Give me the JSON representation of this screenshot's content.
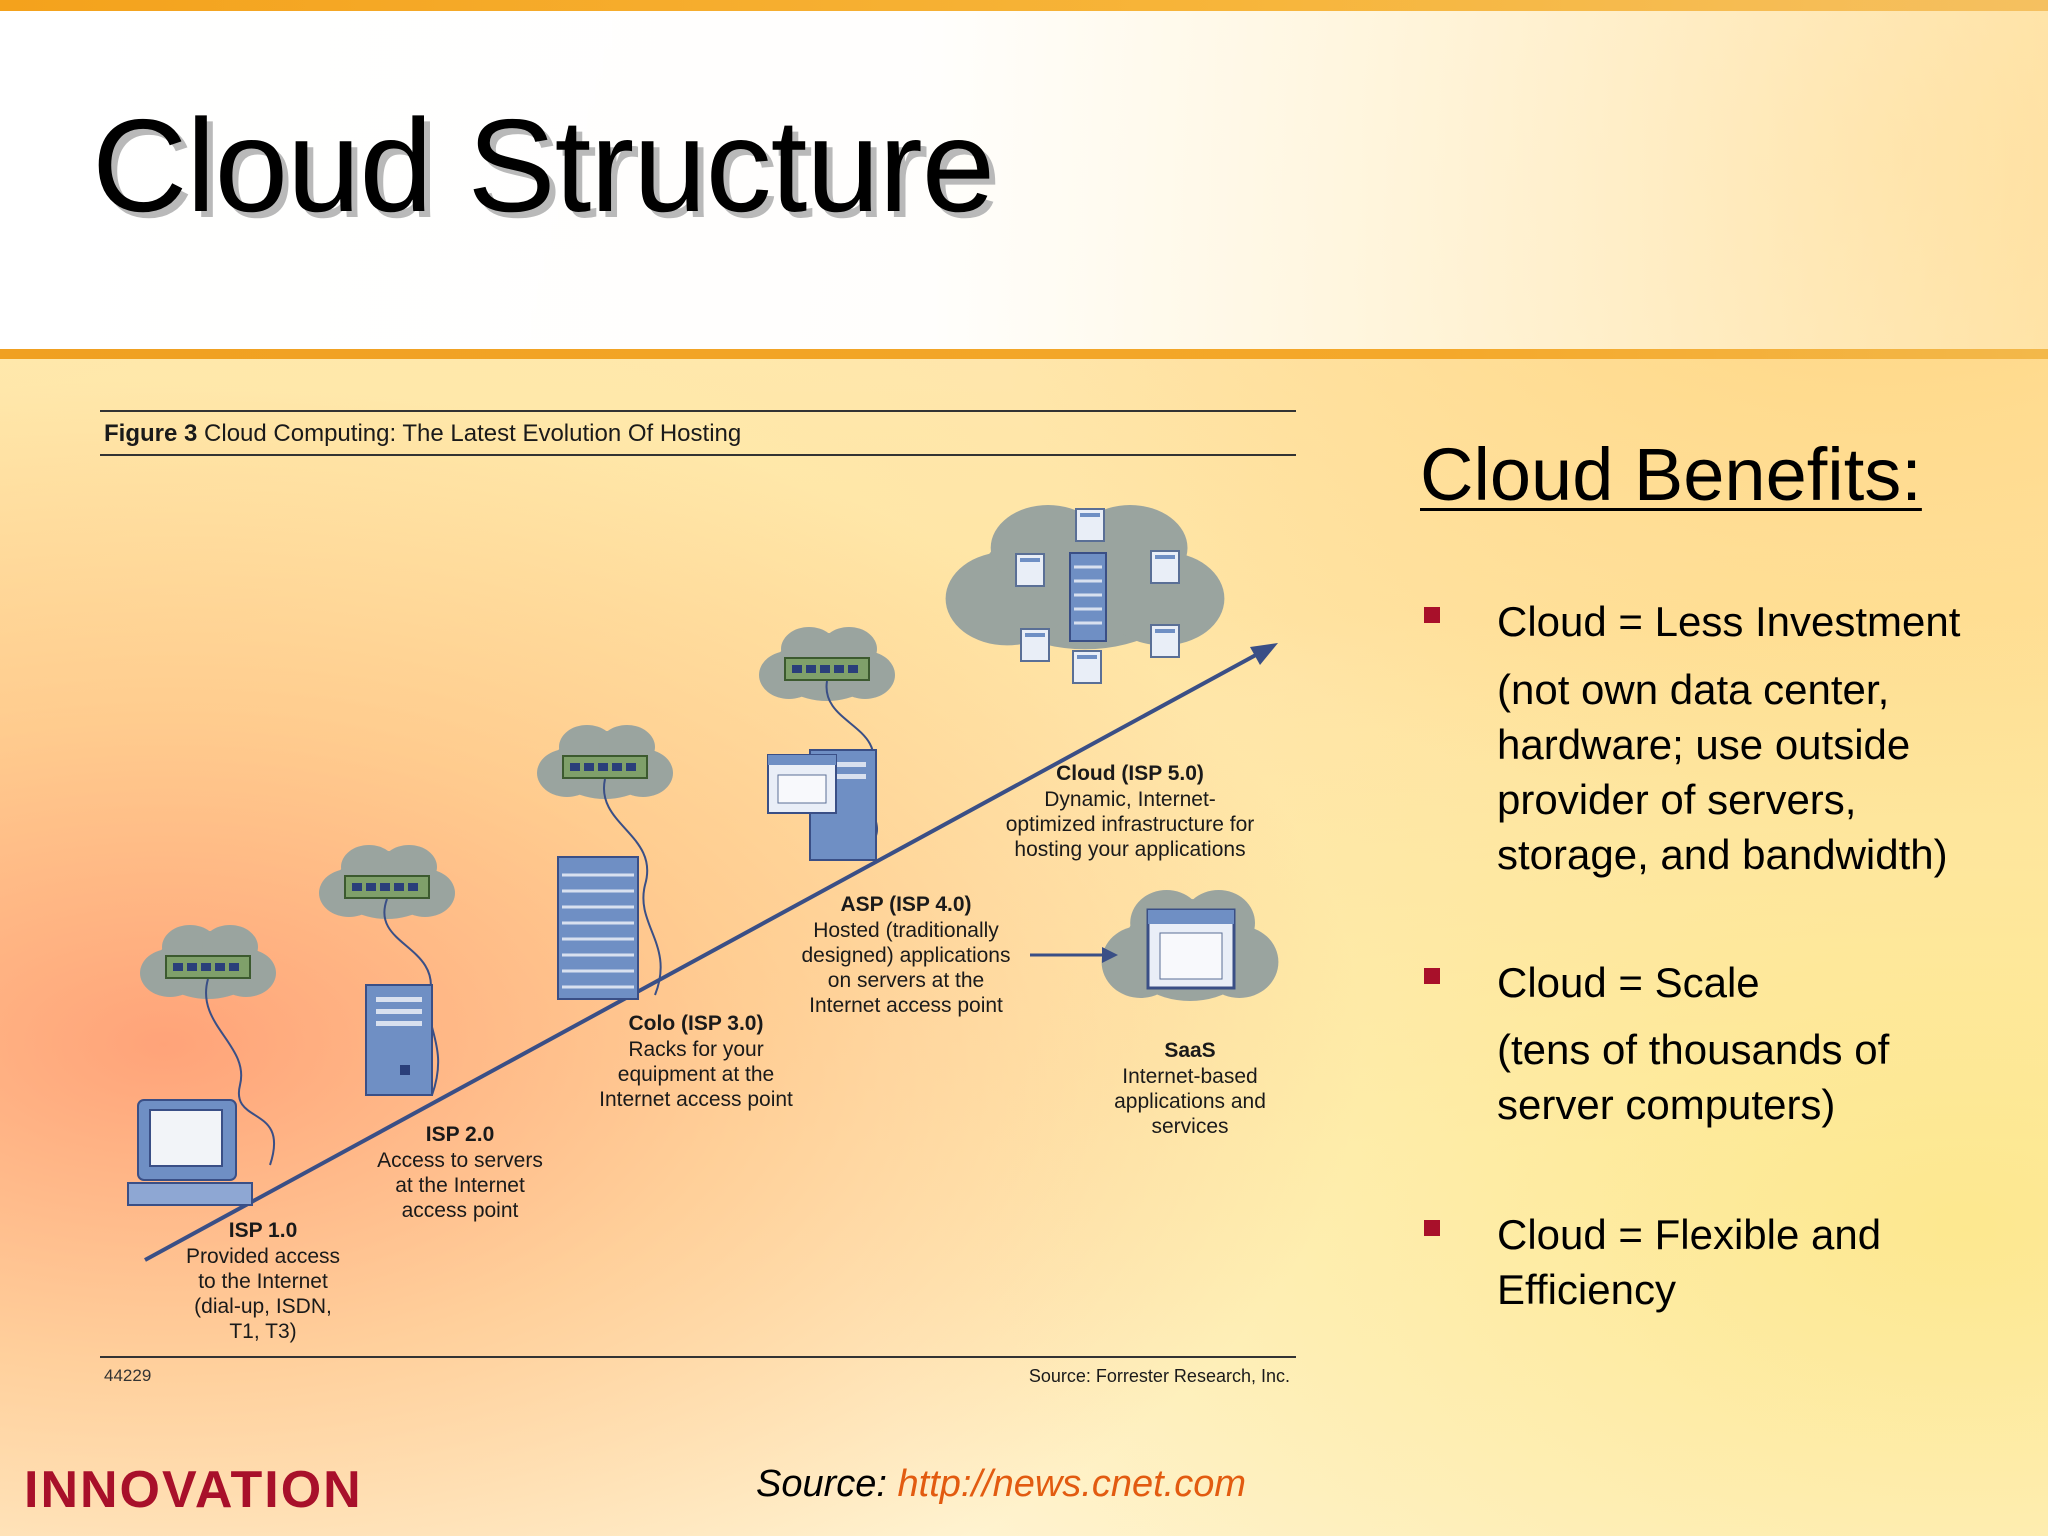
{
  "slide": {
    "title": "Cloud Structure",
    "brand": "INNOVATION",
    "source_prefix": "Source:",
    "source_url": "http://news.cnet.com"
  },
  "figure": {
    "caption_label": "Figure 3",
    "caption_title": "Cloud Computing: The Latest Evolution Of Hosting",
    "id_number": "44229",
    "source": "Source: Forrester Research, Inc.",
    "stages": [
      {
        "name": "ISP 1.0",
        "desc": [
          "Provided access",
          "to the Internet",
          "(dial-up, ISDN,",
          "T1, T3)"
        ]
      },
      {
        "name": "ISP 2.0",
        "desc": [
          "Access to servers",
          "at the Internet",
          "access point"
        ]
      },
      {
        "name": "Colo (ISP 3.0)",
        "desc": [
          "Racks for your",
          "equipment at the",
          "Internet access point"
        ]
      },
      {
        "name": "ASP (ISP 4.0)",
        "desc": [
          "Hosted (traditionally",
          "designed) applications",
          "on servers at the",
          "Internet access point"
        ]
      },
      {
        "name": "Cloud (ISP 5.0)",
        "desc": [
          "Dynamic, Internet-",
          "optimized infrastructure for",
          "hosting your applications"
        ]
      },
      {
        "name": "SaaS",
        "desc": [
          "Internet-based",
          "applications and",
          "services"
        ]
      }
    ]
  },
  "benefits": {
    "heading": "Cloud Benefits:",
    "items": [
      {
        "text": "Cloud = Less Investment",
        "detail": [
          "(not own data center,",
          "hardware; use outside",
          "provider of servers,",
          "storage, and bandwidth)"
        ]
      },
      {
        "text": "Cloud = Scale",
        "detail": [
          "(tens of thousands of",
          "server computers)"
        ]
      },
      {
        "text": "Cloud = Flexible and",
        "detail": [
          "Efficiency"
        ]
      }
    ]
  },
  "colors": {
    "accent": "#f4a21c",
    "bullet": "#a8102a",
    "url": "#e25b10",
    "diagram_blue": "#6f8fc4",
    "cloud_gray": "#9aa49f",
    "switch_green": "#7fa06a"
  },
  "icons": [
    "cloud-icon",
    "network-switch-icon",
    "desktop-computer-icon",
    "server-tower-icon",
    "server-rack-icon",
    "application-window-icon",
    "arrow-icon"
  ]
}
